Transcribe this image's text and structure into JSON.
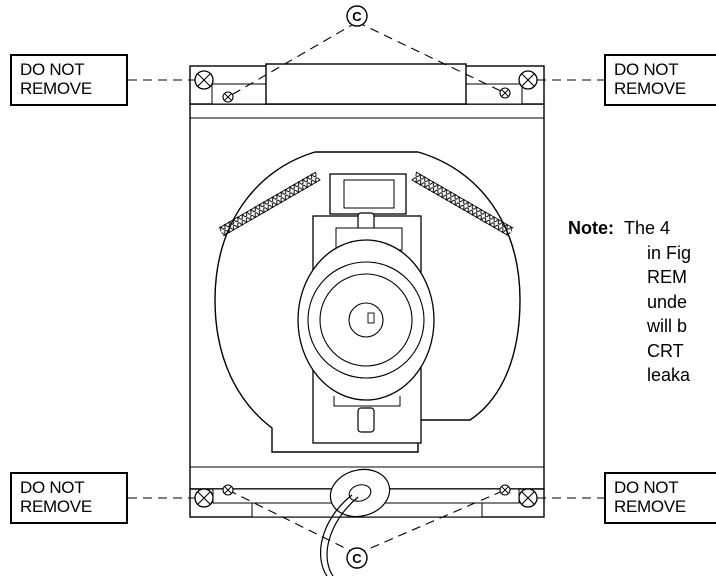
{
  "labels": {
    "top_left": {
      "line1": "DO NOT",
      "line2": "REMOVE"
    },
    "top_right": {
      "line1": "DO NOT",
      "line2": "REMOVE"
    },
    "bottom_left": {
      "line1": "DO NOT",
      "line2": "REMOVE"
    },
    "bottom_right": {
      "line1": "DO NOT",
      "line2": "REMOVE"
    }
  },
  "callouts": {
    "top": "C",
    "bottom": "C"
  },
  "note": {
    "heading": "Note:",
    "lines": [
      "The 4",
      "in Fig",
      "REM",
      "unde",
      "will b",
      "CRT",
      "leaka"
    ]
  }
}
